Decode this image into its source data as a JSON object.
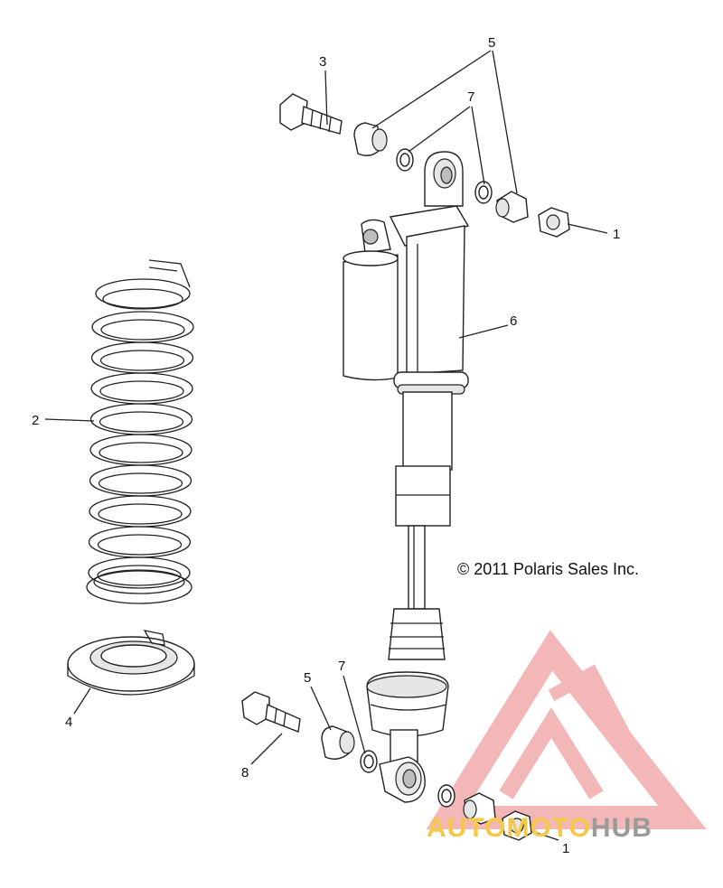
{
  "copyright": "© 2011 Polaris Sales Inc.",
  "callouts": [
    {
      "id": "c3-top",
      "label": "3"
    },
    {
      "id": "c5-top",
      "label": "5"
    },
    {
      "id": "c7-top",
      "label": "7"
    },
    {
      "id": "c1-top",
      "label": "1"
    },
    {
      "id": "c6",
      "label": "6"
    },
    {
      "id": "c2",
      "label": "2"
    },
    {
      "id": "c4",
      "label": "4"
    },
    {
      "id": "c5-bottom",
      "label": "5"
    },
    {
      "id": "c7-bottom",
      "label": "7"
    },
    {
      "id": "c8",
      "label": "8"
    },
    {
      "id": "c1-bottom",
      "label": "1"
    }
  ],
  "watermark": {
    "text_part1": "AUTO",
    "text_part2": "MOTO",
    "text_part3": "HUB",
    "color_primary": "#f0a0a0",
    "color_accent": "#f6c84a",
    "color_dark": "#9a9a9a"
  }
}
